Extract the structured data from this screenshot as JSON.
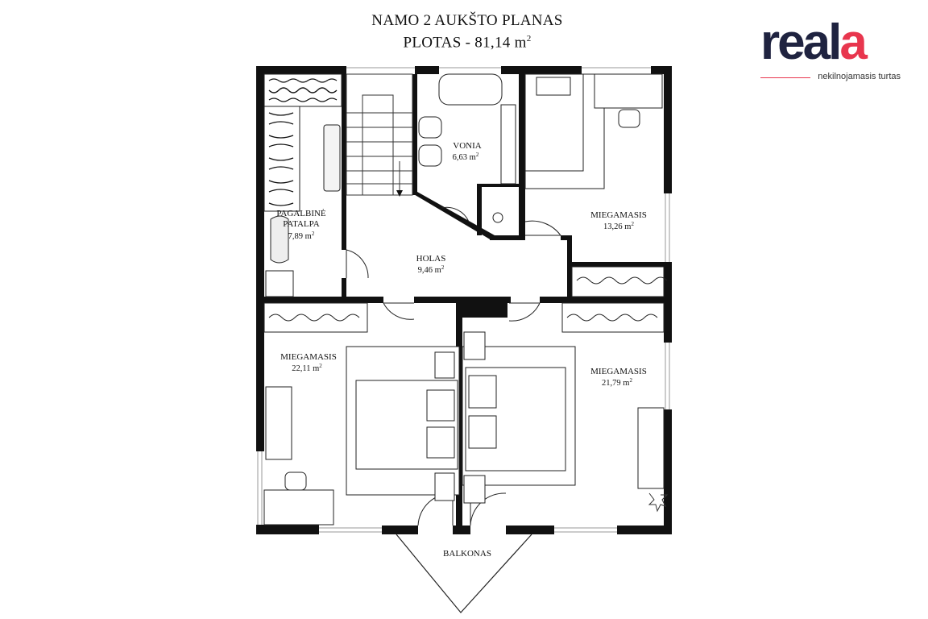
{
  "header": {
    "title_line1": "NAMO 2 AUKŠTO PLANAS",
    "title_line2_prefix": "PLOTAS - 81,14 m",
    "title_line2_sup": "2"
  },
  "logo": {
    "word_main": "real",
    "word_accent": "a",
    "tagline": "nekilnojamasis turtas",
    "color_main": "#1f2340",
    "color_accent": "#e8364e"
  },
  "rooms": {
    "pagalbine": {
      "name1": "PAGALBINĖ",
      "name2": "PATALPA",
      "area": "7,89 m",
      "sup": "2"
    },
    "vonia": {
      "name": "VONIA",
      "area": "6,63 m",
      "sup": "2"
    },
    "holas": {
      "name": "HOLAS",
      "area": "9,46 m",
      "sup": "2"
    },
    "miegamasis_ne": {
      "name": "MIEGAMASIS",
      "area": "13,26 m",
      "sup": "2"
    },
    "miegamasis_sw": {
      "name": "MIEGAMASIS",
      "area": "22,11 m",
      "sup": "2"
    },
    "miegamasis_se": {
      "name": "MIEGAMASIS",
      "area": "21,79 m",
      "sup": "2"
    },
    "balkonas": {
      "name": "BALKONAS"
    }
  }
}
